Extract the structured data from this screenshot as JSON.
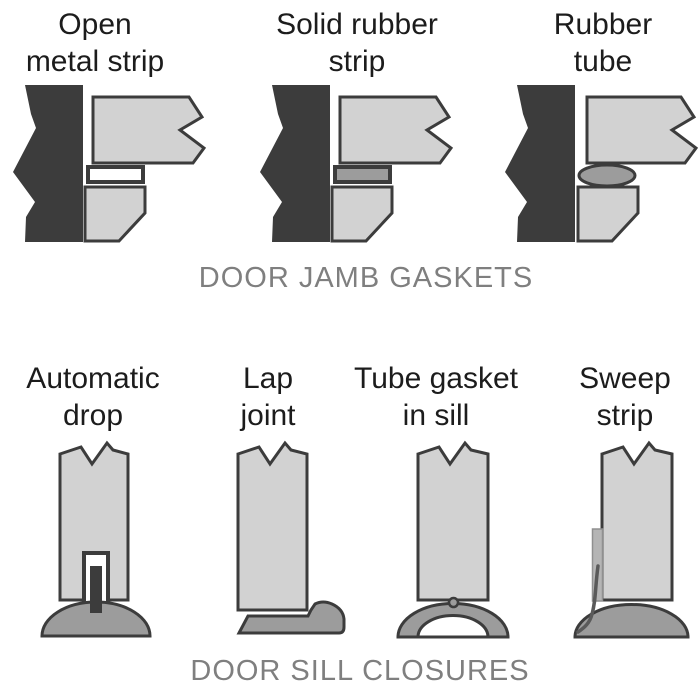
{
  "colors": {
    "dark": "#3c3c3c",
    "light": "#d2d2d2",
    "mid": "#9c9c9c",
    "white": "#ffffff",
    "title": "#1c1c1c",
    "caption": "#7f7f7f",
    "plate": "#b5b5b5",
    "blade": "#5a5a5a",
    "bg": "#ffffff"
  },
  "jamb_gaskets": {
    "caption": "DOOR JAMB GASKETS",
    "items": [
      {
        "line1": "Open",
        "line2": "metal strip"
      },
      {
        "line1": "Solid rubber",
        "line2": "strip"
      },
      {
        "line1": "Rubber",
        "line2": "tube"
      }
    ]
  },
  "sill_closures": {
    "caption": "DOOR SILL CLOSURES",
    "items": [
      {
        "line1": "Automatic",
        "line2": "drop"
      },
      {
        "line1": "Lap",
        "line2": "joint"
      },
      {
        "line1": "Tube gasket",
        "line2": "in sill"
      },
      {
        "line1": "Sweep",
        "line2": "strip"
      }
    ]
  }
}
